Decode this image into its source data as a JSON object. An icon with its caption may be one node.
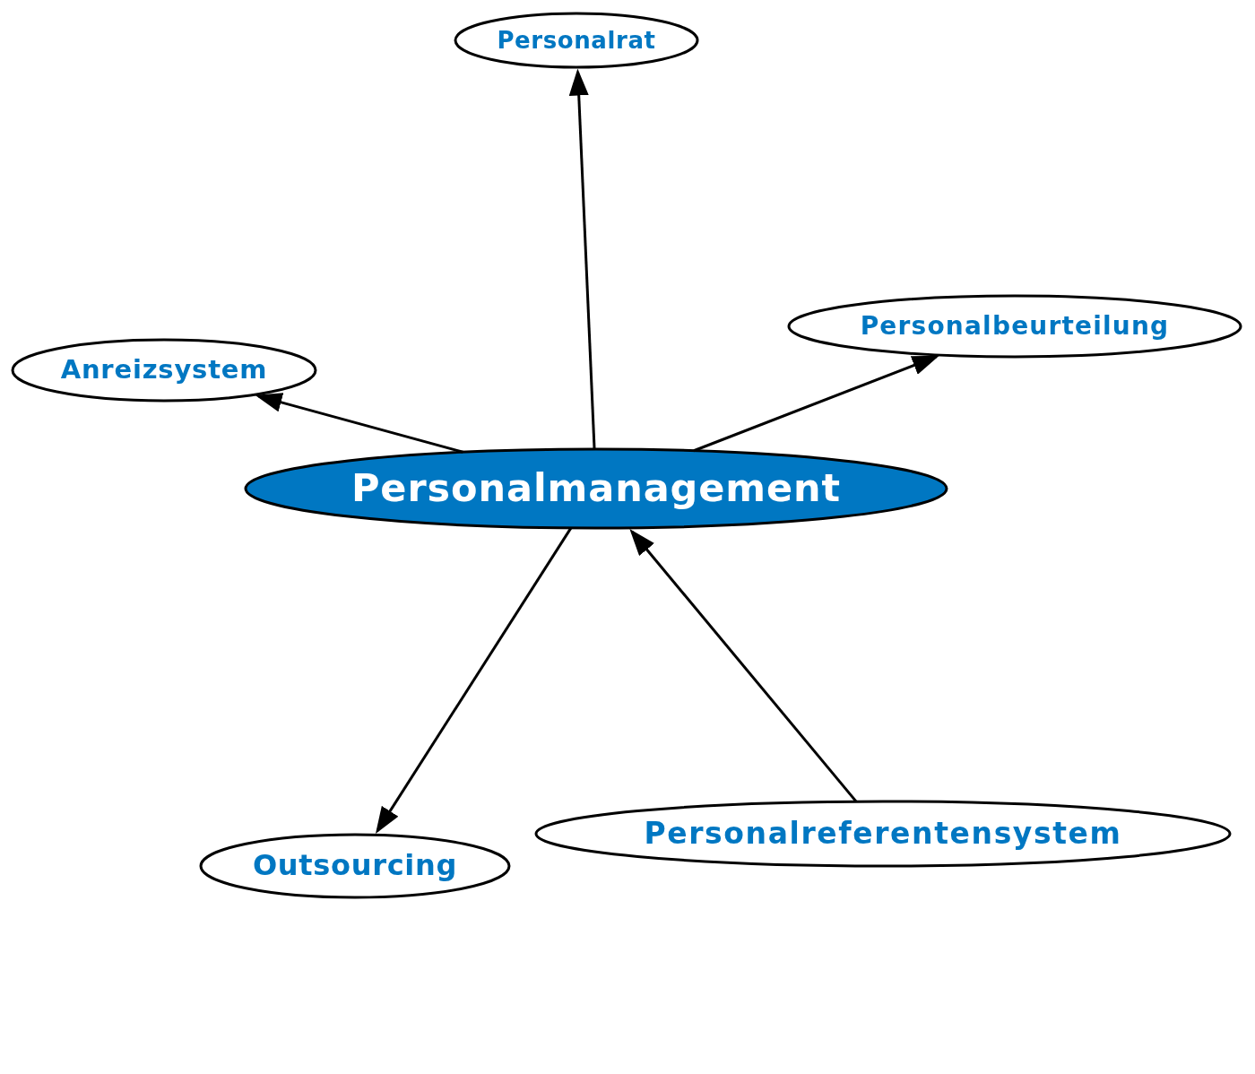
{
  "diagram": {
    "nodes": [
      {
        "text": [
          "Personalrat"
        ]
      },
      {
        "text": [
          "Personalbeurteilung"
        ]
      },
      {
        "text": [
          "Anreizsystem"
        ]
      },
      {
        "text": [
          "Personalmanagement"
        ]
      },
      {
        "text": [
          "Outsourcing"
        ]
      },
      {
        "text": [
          "Personalreferentensystem"
        ]
      }
    ],
    "edges": [
      {
        "from": 3,
        "to": 0,
        "arrow": "to"
      },
      {
        "from": 3,
        "to": 1,
        "arrow": "to"
      },
      {
        "from": 3,
        "to": 2,
        "arrow": "to"
      },
      {
        "from": 3,
        "to": 4,
        "arrow": "to"
      },
      {
        "from": 5,
        "to": 3,
        "arrow": "to"
      }
    ]
  }
}
